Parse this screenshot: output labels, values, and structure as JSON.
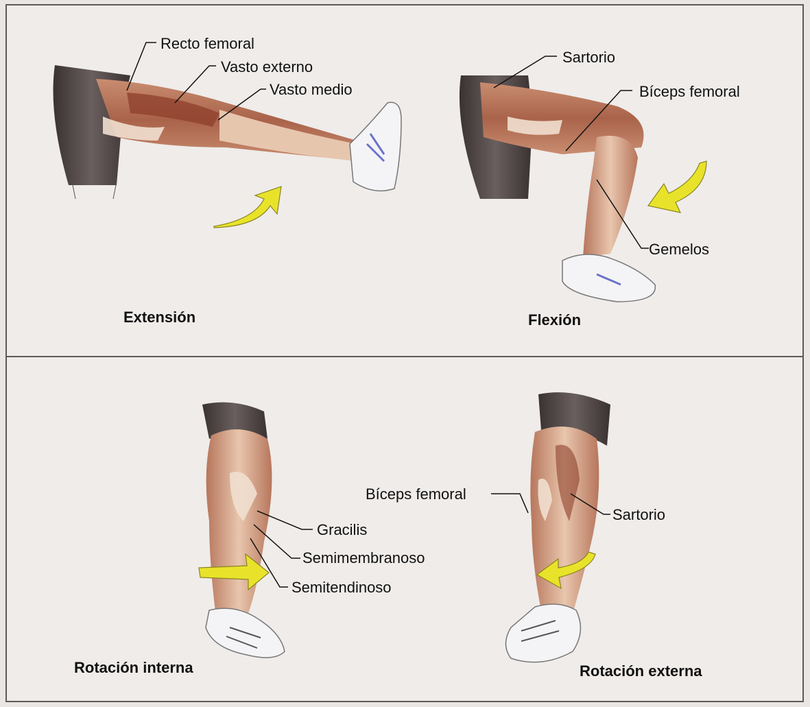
{
  "panels": [
    {
      "caption": "Extensión",
      "labels": [
        "Recto femoral",
        "Vasto externo",
        "Vasto medio"
      ]
    },
    {
      "caption": "Flexión",
      "labels": [
        "Sartorio",
        "Bíceps femoral",
        "Gemelos"
      ]
    },
    {
      "caption": "Rotación interna",
      "labels": [
        "Gracilis",
        "Semimembranoso",
        "Semitendinoso"
      ]
    },
    {
      "caption": "Rotación externa",
      "labels": [
        "Bíceps femoral",
        "Sartorio"
      ]
    }
  ],
  "colors": {
    "muscle": "#b87a5e",
    "muscle_dark": "#8e3f2c",
    "tendon": "#f1dfcf",
    "shorts": "#4a4040",
    "arrow": "#e8e32a",
    "shoe": "#f4f4f6"
  }
}
